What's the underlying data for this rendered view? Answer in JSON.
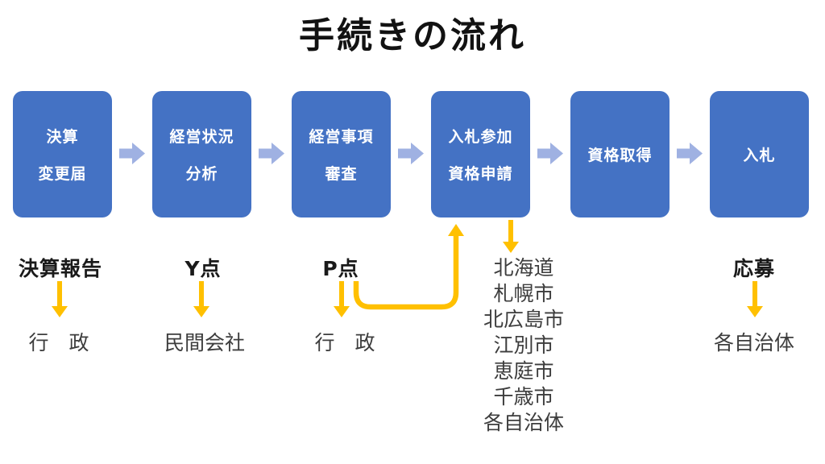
{
  "title": "手続きの流れ",
  "colors": {
    "box_blue": "#4472C4",
    "flow_arrow": "#9FB1E2",
    "accent_yellow": "#FFC000",
    "text_dark": "#3D3D3D",
    "title_black": "#121212"
  },
  "process_boxes": [
    {
      "lines": [
        "決算",
        "変更届"
      ]
    },
    {
      "lines": [
        "経営状況",
        "分析"
      ]
    },
    {
      "lines": [
        "経営事項",
        "審査"
      ]
    },
    {
      "lines": [
        "入札参加",
        "資格申請"
      ]
    },
    {
      "lines": [
        "資格取得"
      ]
    },
    {
      "lines": [
        "入札"
      ]
    }
  ],
  "annotations": [
    {
      "label": "決算報告",
      "result": "行　政"
    },
    {
      "label": "Y点",
      "result": "民間会社"
    },
    {
      "label": "P点",
      "result": "行　政"
    },
    {
      "label": "応募",
      "result": "各自治体"
    }
  ],
  "municipalities": [
    "北海道",
    "札幌市",
    "北広島市",
    "江別市",
    "恵庭市",
    "千歳市",
    "各自治体"
  ]
}
